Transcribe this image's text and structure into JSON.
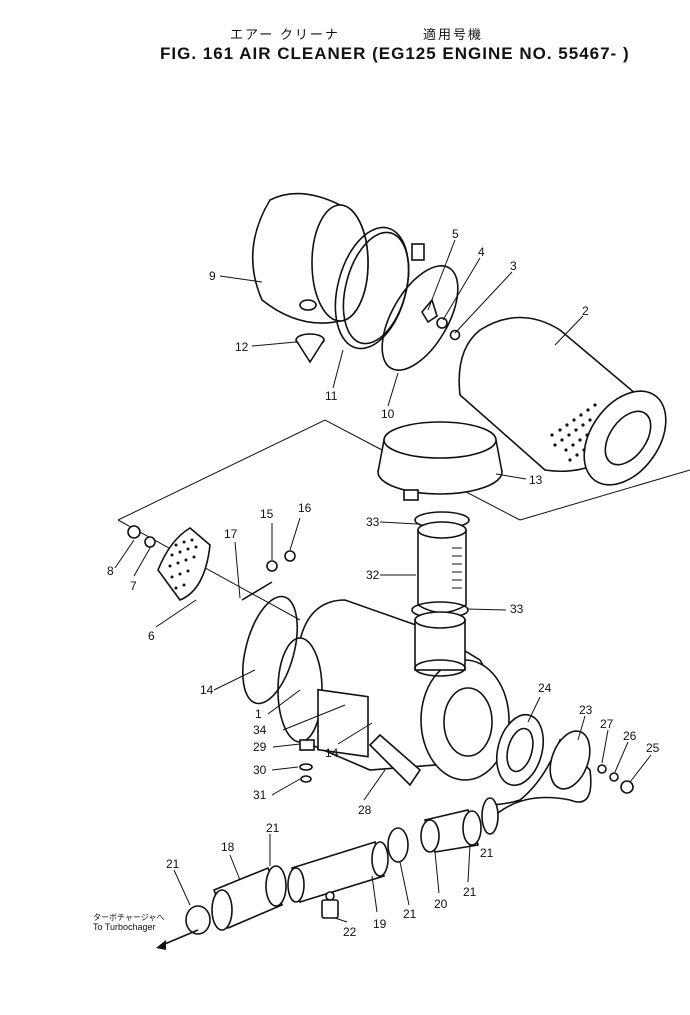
{
  "header": {
    "jp_part_name": "エアー クリーナ",
    "jp_applicable": "適用号機",
    "title": "FIG. 161  AIR CLEANER (EG125 ENGINE NO. 55467- )"
  },
  "diagram": {
    "callouts": [
      "1",
      "2",
      "3",
      "4",
      "5",
      "6",
      "7",
      "8",
      "9",
      "10",
      "11",
      "12",
      "13",
      "14",
      "14",
      "15",
      "16",
      "17",
      "18",
      "19",
      "20",
      "21",
      "21",
      "21",
      "21",
      "21",
      "22",
      "23",
      "24",
      "25",
      "26",
      "27",
      "28",
      "29",
      "30",
      "31",
      "32",
      "33",
      "33",
      "34"
    ],
    "note_jp": "ターボチャージャへ",
    "note_en": "To Turbochager"
  }
}
